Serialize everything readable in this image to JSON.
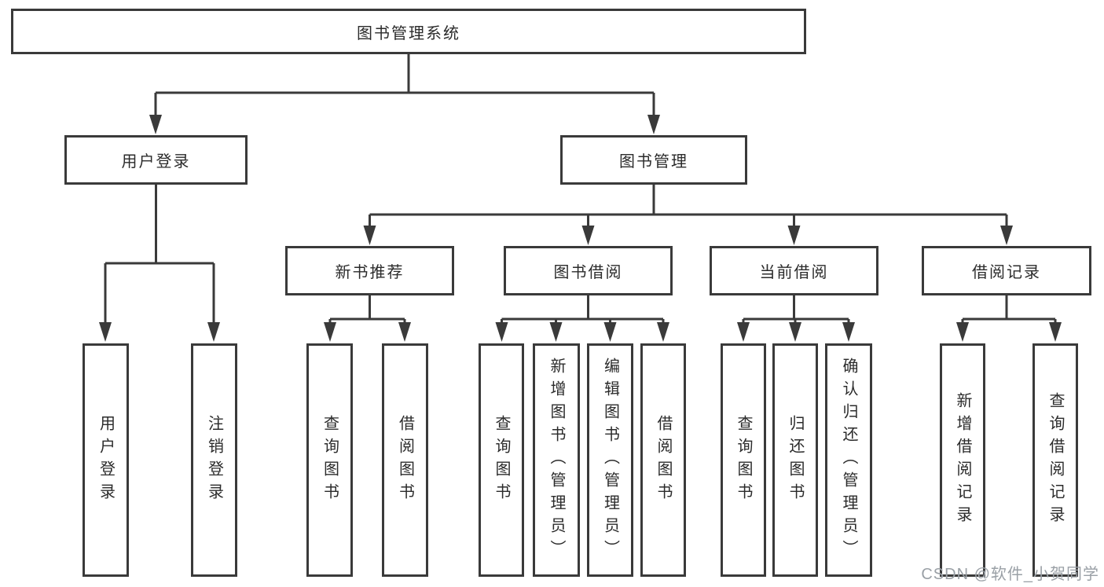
{
  "title": "图书管理系统",
  "colors": {
    "line": "#3a3a3a",
    "text": "#2b2b2b",
    "background": "#ffffff",
    "watermark": "#9aa0a6"
  },
  "nodes": {
    "root": "图书管理系统",
    "user_login": "用户登录",
    "book_management": "图书管理",
    "new_book_recommend": "新书推荐",
    "book_borrowing": "图书借阅",
    "current_borrowing": "当前借阅",
    "borrow_records": "借阅记录",
    "leaf_user_login": "用户登录",
    "leaf_logout": "注销登录",
    "leaf_query_books_recommend": "查询图书",
    "leaf_borrow_books_recommend": "借阅图书",
    "leaf_query_books_borrowing": "查询图书",
    "leaf_add_books_admin": "新增图书（管理员）",
    "leaf_edit_books_admin": "编辑图书（管理员）",
    "leaf_borrow_books_borrowing": "借阅图书",
    "leaf_query_books_current": "查询图书",
    "leaf_return_books": "归还图书",
    "leaf_confirm_return_admin": "确认归还（管理员）",
    "leaf_add_borrow_record": "新增借阅记录",
    "leaf_query_borrow_record": "查询借阅记录"
  },
  "watermark": "CSDN @软件_小贺同学"
}
